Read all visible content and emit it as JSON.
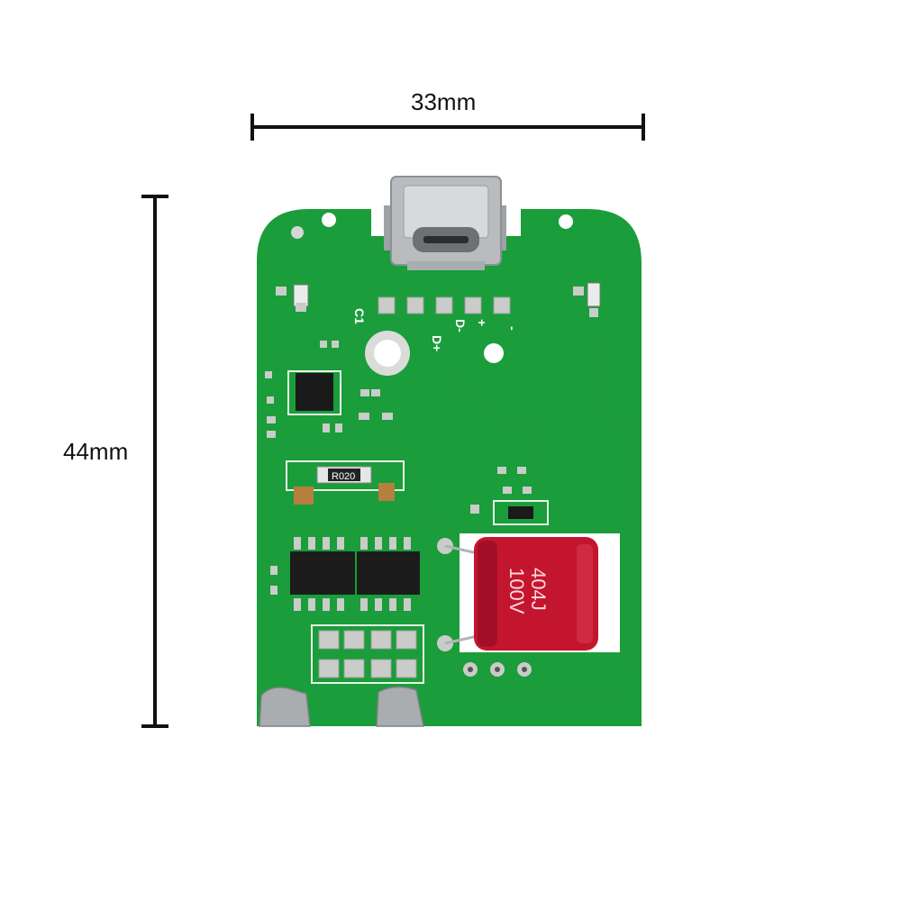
{
  "dimensions": {
    "width_label": "33mm",
    "height_label": "44mm"
  },
  "board": {
    "pad_labels": [
      "C1",
      "D+",
      "D-",
      "+",
      "-"
    ],
    "resistor_marking": "R020",
    "capacitor_marking_line1": "404J",
    "capacitor_marking_line2": "100V"
  },
  "colors": {
    "pcb_green": "#1a9d3a",
    "capacitor_red": "#c4152f",
    "usb_metal": "#b8bcbf"
  }
}
